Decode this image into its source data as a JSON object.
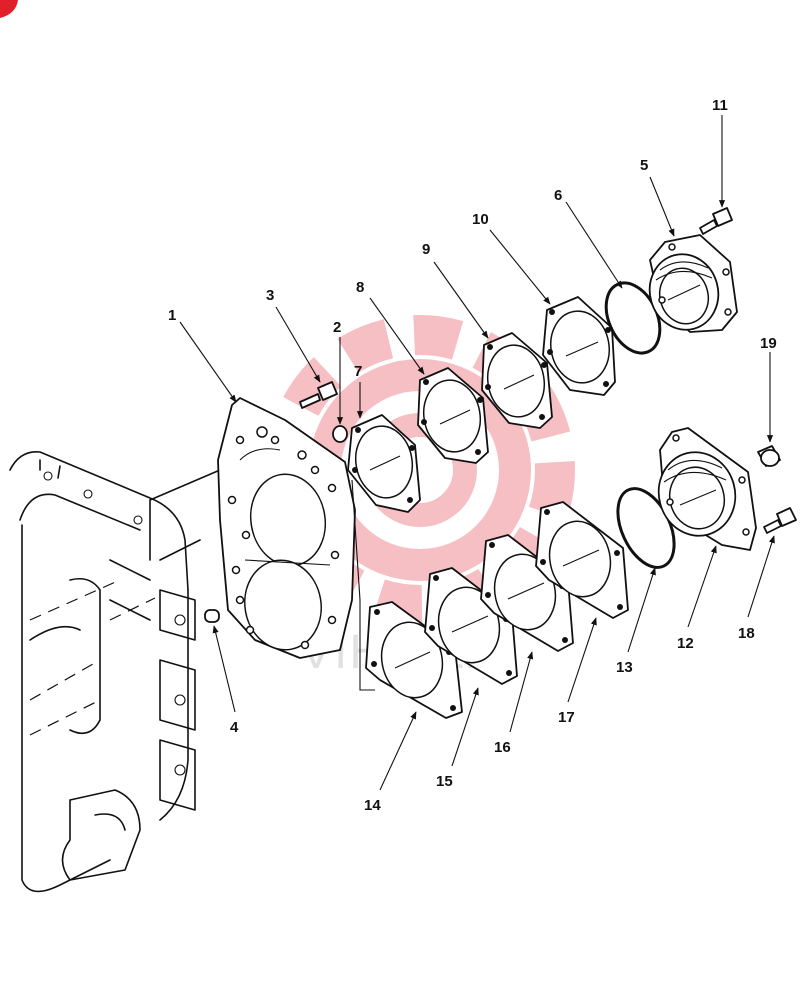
{
  "colors": {
    "line": "#111111",
    "watermark": "#e64a55",
    "corner_mark": "#e0202b"
  },
  "watermark": {
    "text": "VIHITEX"
  },
  "callouts": {
    "c1": "1",
    "c2": "2",
    "c3": "3",
    "c4": "4",
    "c5": "5",
    "c6": "6",
    "c7": "7",
    "c8": "8",
    "c9": "9",
    "c10": "10",
    "c11": "11",
    "c12": "12",
    "c13": "13",
    "c14": "14",
    "c15": "15",
    "c16": "16",
    "c17": "17",
    "c18": "18",
    "c19": "19"
  }
}
